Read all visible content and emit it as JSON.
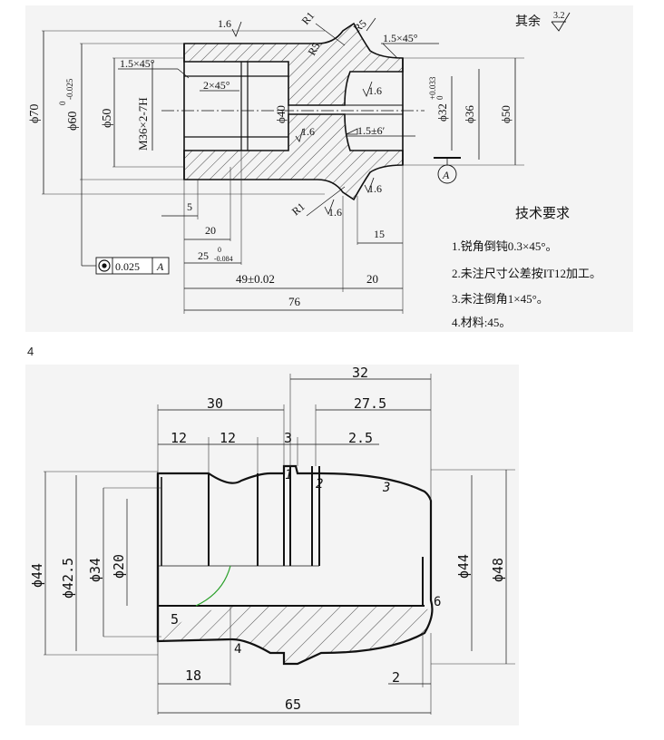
{
  "top_drawing": {
    "surface_note_prefix": "其余",
    "surface_note_value": "3.2",
    "roughness_labels": [
      "1.6",
      "1.6",
      "1.6",
      "1.6",
      "1.6"
    ],
    "radius_labels": [
      "R1",
      "R5",
      "R5",
      "R1"
    ],
    "chamfer_labels": [
      "1.5×45°",
      "1.5×45°",
      "2×45°"
    ],
    "taper_label": "1.5±6′",
    "diameters": [
      "ϕ70",
      "ϕ60",
      "ϕ50",
      "M36×2-7H",
      "ϕ40",
      "ϕ32",
      "ϕ36",
      "ϕ50"
    ],
    "tol_60_upper": "0",
    "tol_60_lower": "-0.025",
    "tol_32_upper": "+0.033",
    "tol_32_lower": "0",
    "datum_letter": "A",
    "concentricity_value": "0.025",
    "concentricity_datum": "A",
    "lengths": {
      "l5": "5",
      "l20a": "20",
      "l25": "25",
      "l25_upper": "0",
      "l25_lower": "-0.084",
      "l49": "49±0.02",
      "l76": "76",
      "l15": "15",
      "l20b": "20"
    },
    "requirements_title": "技术要求",
    "requirements": [
      "1.锐角倒钝0.3×45°。",
      "2.未注尺寸公差按IT12加工。",
      "3.未注倒角1×45°。",
      "4.材料:45。"
    ]
  },
  "page_number": "4",
  "bottom_drawing": {
    "top_dims": [
      "32",
      "30",
      "27.5",
      "12",
      "12",
      "3",
      "2.5"
    ],
    "left_dims": [
      "ϕ44",
      "ϕ42.5",
      "ϕ34",
      "ϕ20"
    ],
    "right_dims": [
      "ϕ44",
      "ϕ48"
    ],
    "bottom_dims": [
      "18",
      "2",
      "65"
    ],
    "point_labels": [
      "1",
      "2",
      "3",
      "4",
      "5",
      "6"
    ]
  }
}
